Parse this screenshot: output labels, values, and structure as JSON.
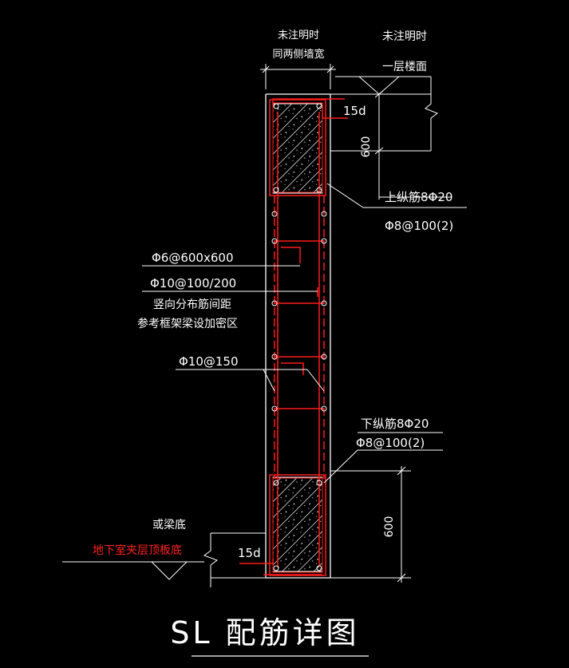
{
  "drawing": {
    "title": "SL 配筋详图",
    "colors": {
      "background": "#000000",
      "line": "#ffffff",
      "rebar": "#ff0000",
      "red_text": "#ff2020"
    },
    "top_note": {
      "width_line1": "未注明时",
      "width_line2": "同两侧墙宽",
      "level_line1": "未注明时",
      "level_line2": "一层楼面"
    },
    "dims": {
      "anchor_top": "15d",
      "top_height": "600",
      "anchor_bottom": "15d",
      "bottom_height": "600"
    },
    "callouts": {
      "top_long": "上纵筋8Φ20",
      "top_stirrup": "Φ8@100(2)",
      "tie": "Φ6@600x600",
      "horizontal": "Φ10@100/200",
      "vertical_note1": "竖向分布筋间距",
      "vertical_note2": "参考框架梁设加密区",
      "vertical": "Φ10@150",
      "bottom_long": "下纵筋8Φ20",
      "bottom_stirrup": "Φ8@100(2)"
    },
    "bottom_note": {
      "line1": "或梁底",
      "line2": "地下室夹层顶板底"
    }
  }
}
